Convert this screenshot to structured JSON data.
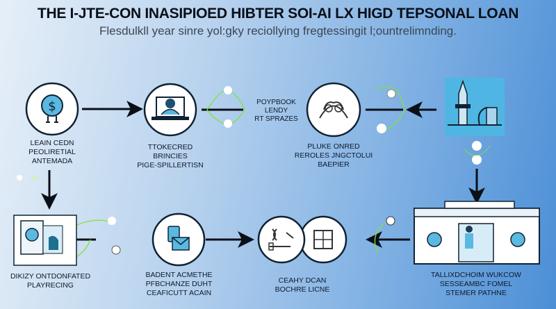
{
  "header": {
    "title": "THE I-JTE-CON INASIPIOED HIBTER SOI-AI LX HIGD TEPSONAL LOAN",
    "subtitle": "Flesdulkll year sinre yol:gky reciollying fregtessingit l;ountrelimnding."
  },
  "steps": [
    {
      "id": "step1",
      "icon": "dollar-coin-icon",
      "label": [
        "LEAIN CEDN",
        "PEOLIRETIAL",
        "ANTEMADA"
      ]
    },
    {
      "id": "step2",
      "icon": "laptop-user-icon",
      "label": [
        "TTOKECRED",
        "BRINCIES",
        "PIGE-SPILLERTISN"
      ]
    },
    {
      "id": "step2b",
      "icon": "none",
      "label": [
        "POYPBOOK",
        "LENDY",
        "RT SPRAZES"
      ]
    },
    {
      "id": "step3",
      "icon": "handshake-icon",
      "label": [
        "PLUKE ONRED",
        "REROLES JNGCTOLUI",
        "BAEPIER"
      ]
    },
    {
      "id": "step4",
      "icon": "city-tower-icon",
      "label": []
    },
    {
      "id": "step5",
      "icon": "bank-building-icon",
      "label": [
        "TALLIXDCHOIM WUKCOW",
        "SESSEAMBC FOMEL",
        "STEMER PATHNE"
      ]
    },
    {
      "id": "step6",
      "icon": "calculator-icon",
      "label": [
        "CEAHY DCAN",
        "BOCHRE LICNE"
      ]
    },
    {
      "id": "step7",
      "icon": "phone-envelope-icon",
      "label": [
        "BADENT ACMETHE",
        "PFBCHANZE DUHT",
        "CEAFICUTT ACAIN"
      ]
    },
    {
      "id": "step8",
      "icon": "framed-picture-icon",
      "label": [
        "DIKIZY ONTDONFATED",
        "PLAYRECING"
      ]
    }
  ],
  "colors": {
    "accent_green": "#7ee23a",
    "circle_stroke": "#0f2233",
    "icon_blue": "#5bb8e0"
  }
}
